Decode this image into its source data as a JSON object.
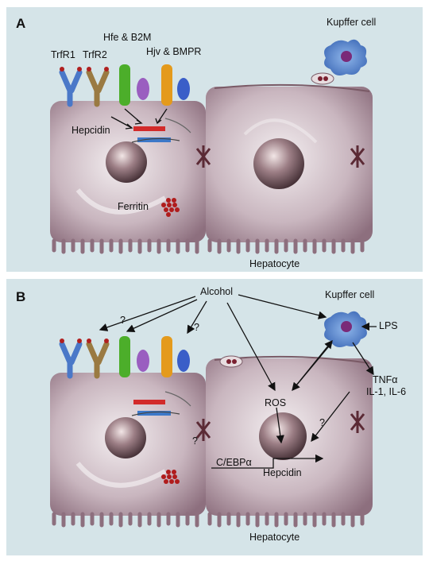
{
  "panel_a": {
    "letter": "A",
    "labels": {
      "trfr1": "TrfR1",
      "trfr2": "TrfR2",
      "hfe_b2m": "Hfe & B2M",
      "hjv_bmpr": "Hjv & BMPR",
      "kupffer": "Kupffer cell",
      "hepcidin": "Hepcidin",
      "ferritin": "Ferritin",
      "hepatocyte": "Hepatocyte"
    }
  },
  "panel_b": {
    "letter": "B",
    "labels": {
      "alcohol": "Alcohol",
      "q1": "?",
      "q2": "?",
      "q3": "?",
      "q4": "?",
      "kupffer": "Kupffer cell",
      "lps": "LPS",
      "tnf": "TNFα",
      "il": "IL-1, IL-6",
      "ros": "ROS",
      "cebp": "C/EBPα",
      "hepcidin": "Hepcidin",
      "hepatocyte": "Hepatocyte"
    }
  },
  "colors": {
    "background": "#d5e4e8",
    "trfr1": "#4a78c8",
    "trfr2": "#9a7a42",
    "hfe": "#4cae2a",
    "b2m": "#9a5ec0",
    "hjv": "#e49a1c",
    "bmpr": "#3a5ec8",
    "hepcidin_red": "#d22a2a",
    "hepcidin_blue": "#3c78c8",
    "ferritin": "#b01c1c"
  }
}
